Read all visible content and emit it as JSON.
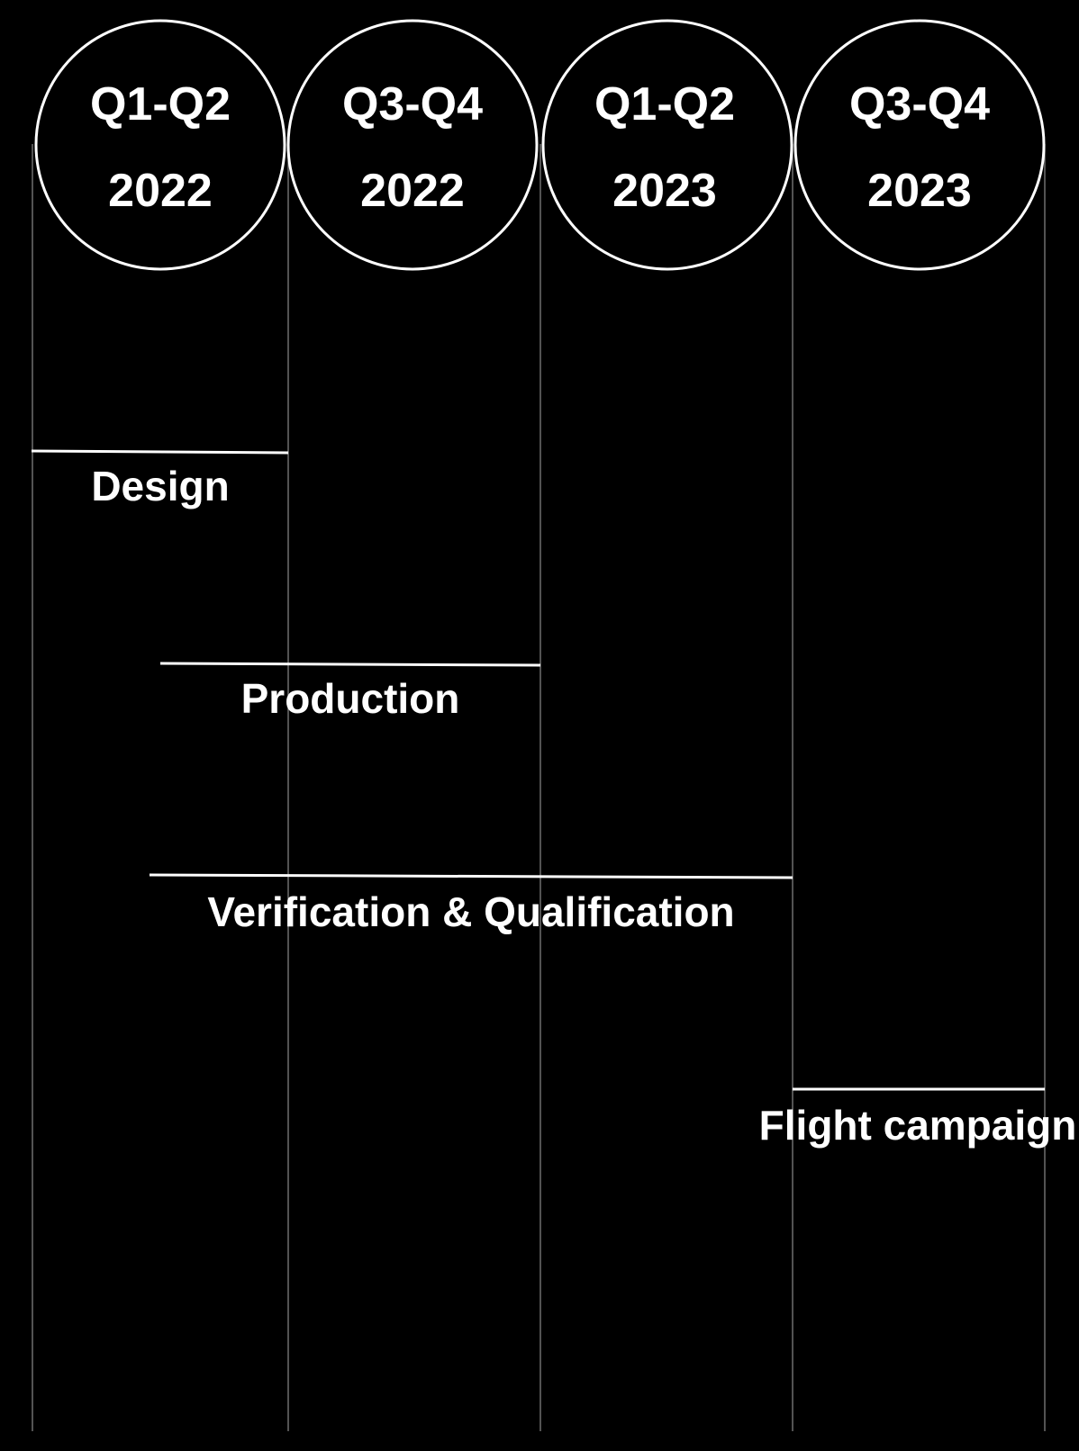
{
  "periods": [
    {
      "line1": "Q1-Q2",
      "line2": "2022"
    },
    {
      "line1": "Q3-Q4",
      "line2": "2022"
    },
    {
      "line1": "Q1-Q2",
      "line2": "2023"
    },
    {
      "line1": "Q3-Q4",
      "line2": "2023"
    }
  ],
  "phases": [
    {
      "label": "Design",
      "start": 0,
      "end": 1
    },
    {
      "label": "Production",
      "start": 0.5,
      "end": 2
    },
    {
      "label": "Verification & Qualification",
      "start": 0.46,
      "end": 3
    },
    {
      "label": "Flight campaign",
      "start": 3,
      "end": 4
    }
  ],
  "colors": {
    "background": "#000000",
    "foreground": "#ffffff",
    "gridline": "#8a8a8a"
  }
}
